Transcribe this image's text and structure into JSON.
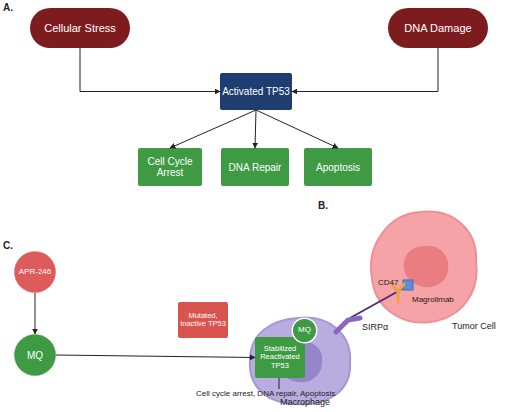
{
  "diagram": {
    "nodes": [
      {
        "text": [
          "Cellular Stress"
        ]
      },
      {
        "text": [
          "DNA Damage"
        ]
      },
      {
        "text": [
          "Activated TP53"
        ]
      },
      {
        "text": [
          "Cell Cycle Arrest"
        ]
      },
      {
        "text": [
          "DNA Repair"
        ]
      },
      {
        "text": [
          "Apoptosis"
        ]
      },
      {
        "text": [
          "APR-246"
        ]
      },
      {
        "text": [
          "MQ"
        ]
      },
      {
        "text": [
          "Mutated, Inactive TP53"
        ]
      },
      {
        "text": [
          "Stabilized Reactivated TP53"
        ]
      },
      {
        "text": [
          "MQ"
        ]
      }
    ],
    "edges": [
      {
        "from": 0,
        "to": 2,
        "arrow": "to"
      },
      {
        "from": 1,
        "to": 2,
        "arrow": "to"
      },
      {
        "from": 2,
        "to": 3,
        "arrow": "to"
      },
      {
        "from": 2,
        "to": 4,
        "arrow": "to"
      },
      {
        "from": 2,
        "to": 5,
        "arrow": "to"
      },
      {
        "from": 6,
        "to": 7,
        "arrow": "to"
      },
      {
        "from": 7,
        "to": 9,
        "arrow": "to"
      }
    ],
    "labels": [
      "A.",
      "B.",
      "CD47",
      "Magrolimab",
      "Tumor Cell",
      "SIRPα",
      "Macrophage",
      "C.",
      "Cell cycle arrest, DNA repair, Apoptosis"
    ]
  }
}
